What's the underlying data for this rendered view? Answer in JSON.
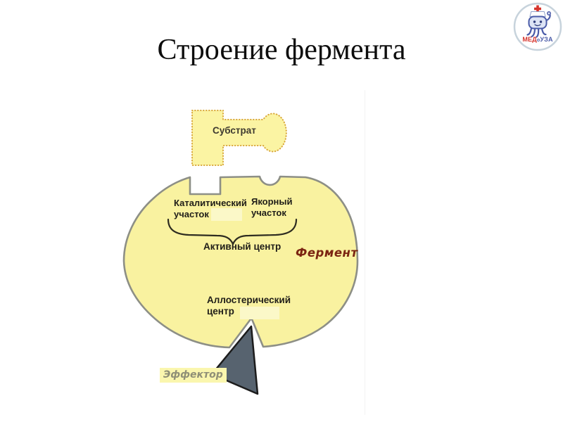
{
  "slide": {
    "title": "Строение фермента"
  },
  "logo": {
    "text_med": "МЕД",
    "text_o": "о",
    "text_uza": "УЗА",
    "colors": {
      "red": "#d6342c",
      "blue": "#4a5ba8",
      "ring": "#c7d3dc"
    }
  },
  "diagram": {
    "substrate_label": "Субстрат",
    "catalytic_line1": "Каталитический",
    "catalytic_line2": "участок",
    "anchor_line1": "Якорный",
    "anchor_line2": "участок",
    "active_center_label": "Активный центр",
    "enzyme_label": "Фермент",
    "allosteric_line1": "Аллостерический",
    "allosteric_line2": "центр",
    "effector_label": "Эффектор",
    "colors": {
      "body_fill": "#f9f2a0",
      "body_stroke": "#8d8f86",
      "substrate_fill": "#fbf4a3",
      "substrate_stroke": "#d9a93c",
      "brace_stroke": "#2e2c20",
      "effector_fill": "#57636f",
      "effector_stroke": "#1c1c1c",
      "highlight_fill": "#fbf8c8",
      "enzyme_text": "#7b2512",
      "label_text": "#1f1d18",
      "effector_text": "#8f8f76"
    }
  }
}
